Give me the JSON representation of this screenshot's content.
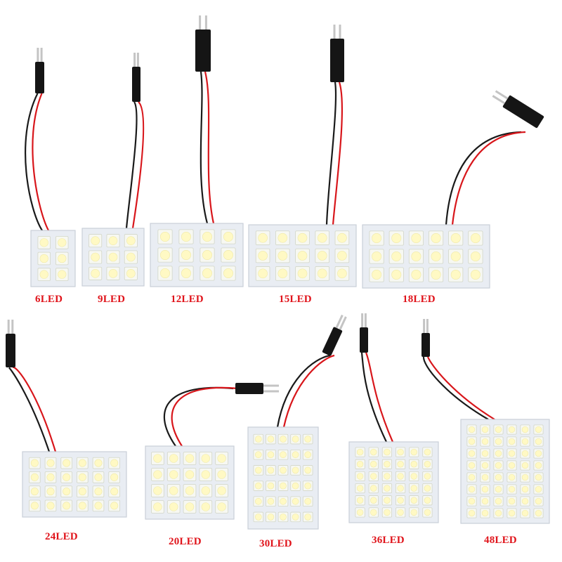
{
  "colors": {
    "label": "#e0141b",
    "board": "#e9edf3",
    "board_edge": "#c9cfd8",
    "led_housing": "#f7f8f2",
    "led_core": "#fff9c4",
    "wire_red": "#d8161b",
    "wire_black": "#1a1a1a",
    "connector": "#151515",
    "pin": "#c4c4c4"
  },
  "panels": [
    {
      "id": "6led",
      "label": "6LED",
      "cols": 2,
      "rows": 3
    },
    {
      "id": "9led",
      "label": "9LED",
      "cols": 3,
      "rows": 3
    },
    {
      "id": "12led",
      "label": "12LED",
      "cols": 4,
      "rows": 3
    },
    {
      "id": "15led",
      "label": "15LED",
      "cols": 5,
      "rows": 3
    },
    {
      "id": "18led",
      "label": "18LED",
      "cols": 6,
      "rows": 3
    },
    {
      "id": "24led",
      "label": "24LED",
      "cols": 6,
      "rows": 4
    },
    {
      "id": "20led",
      "label": "20LED",
      "cols": 5,
      "rows": 4
    },
    {
      "id": "30led",
      "label": "30LED",
      "cols": 5,
      "rows": 6
    },
    {
      "id": "36led",
      "label": "36LED",
      "cols": 6,
      "rows": 6
    },
    {
      "id": "48led",
      "label": "48LED",
      "cols": 6,
      "rows": 8
    }
  ]
}
